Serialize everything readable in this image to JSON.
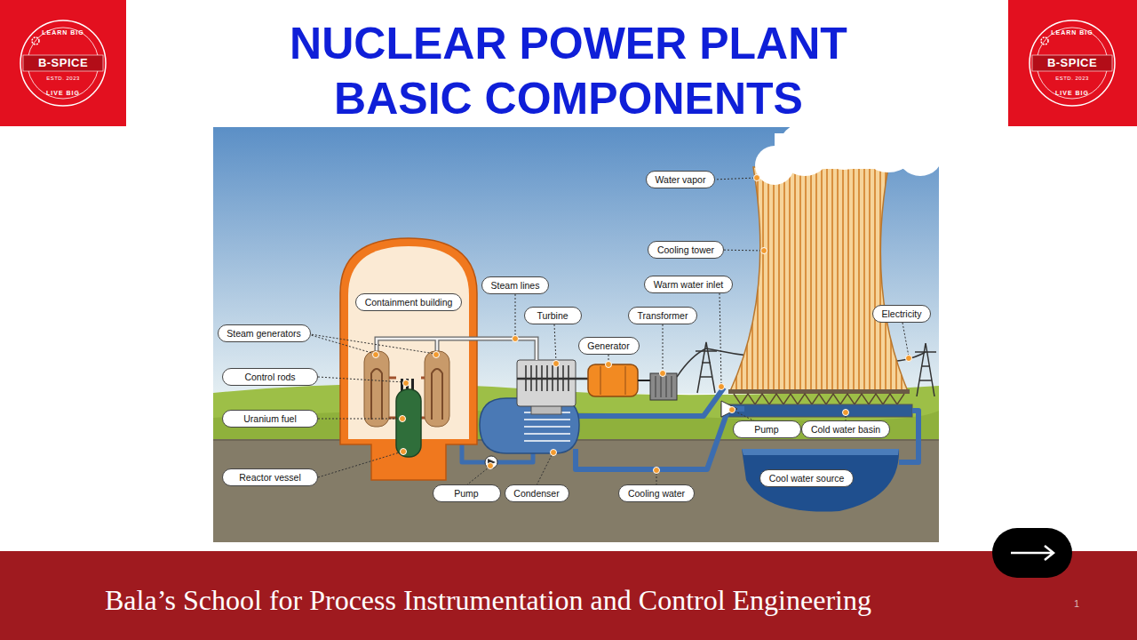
{
  "diagram": {
    "title": "NUCLEAR POWER PLANT BASIC COMPONENTS",
    "caption": "Bala’s School for Process Instrumentation and Control Engineering",
    "nodes": [
      {
        "text": [
          "Water vapor"
        ]
      },
      {
        "text": [
          "Cooling tower"
        ]
      },
      {
        "text": [
          "Steam lines"
        ]
      },
      {
        "text": [
          "Warm water inlet"
        ]
      },
      {
        "text": [
          "Containment building"
        ]
      },
      {
        "text": [
          "Turbine"
        ]
      },
      {
        "text": [
          "Transformer"
        ]
      },
      {
        "text": [
          "Electricity"
        ]
      },
      {
        "text": [
          "Steam generators"
        ]
      },
      {
        "text": [
          "Generator"
        ]
      },
      {
        "text": [
          "Control rods"
        ]
      },
      {
        "text": [
          "Uranium fuel"
        ]
      },
      {
        "text": [
          "Pump"
        ]
      },
      {
        "text": [
          "Cold water basin"
        ]
      },
      {
        "text": [
          "Reactor vessel"
        ]
      },
      {
        "text": [
          "Cool water source"
        ]
      },
      {
        "text": [
          "Pump"
        ]
      },
      {
        "text": [
          "Condenser"
        ]
      },
      {
        "text": [
          "Cooling water"
        ]
      }
    ],
    "labels": [
      "LEARN BIG",
      "B-SPICE",
      "ESTD. 2023",
      "LIVE BIG",
      "LEARN BIG",
      "B-SPICE",
      "ESTD. 2023",
      "LIVE BIG",
      "1"
    ]
  }
}
